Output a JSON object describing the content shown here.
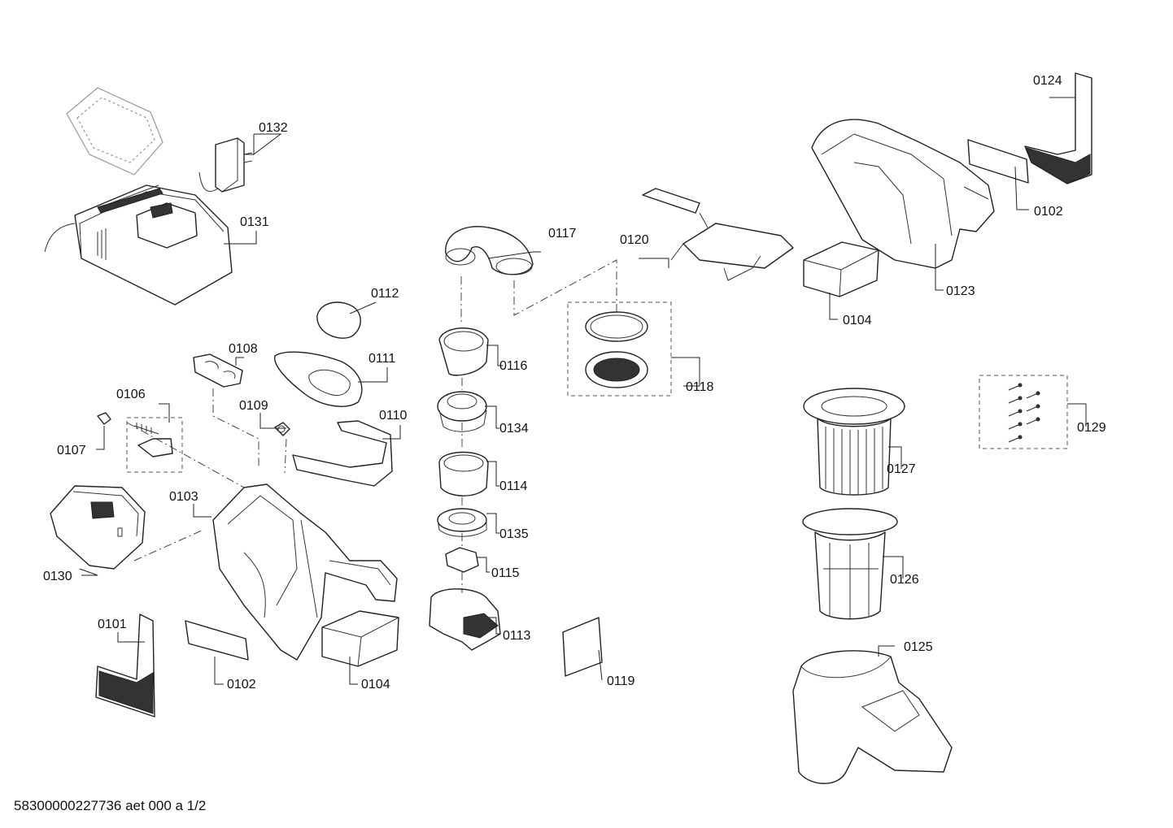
{
  "footer": "58300000227736 aet 000 a 1/2",
  "parts": [
    {
      "id": "0132"
    },
    {
      "id": "0131"
    },
    {
      "id": "0112"
    },
    {
      "id": "0108"
    },
    {
      "id": "0111"
    },
    {
      "id": "0106"
    },
    {
      "id": "0109"
    },
    {
      "id": "0110"
    },
    {
      "id": "0107"
    },
    {
      "id": "0103"
    },
    {
      "id": "0130"
    },
    {
      "id": "0101"
    },
    {
      "id": "0102"
    },
    {
      "id": "0104"
    },
    {
      "id": "0117"
    },
    {
      "id": "0116"
    },
    {
      "id": "0134"
    },
    {
      "id": "0114"
    },
    {
      "id": "0135"
    },
    {
      "id": "0115"
    },
    {
      "id": "0113"
    },
    {
      "id": "0119"
    },
    {
      "id": "0120"
    },
    {
      "id": "0118"
    },
    {
      "id": "0124"
    },
    {
      "id": "0102"
    },
    {
      "id": "0123"
    },
    {
      "id": "0104"
    },
    {
      "id": "0129"
    },
    {
      "id": "0127"
    },
    {
      "id": "0126"
    },
    {
      "id": "0125"
    }
  ]
}
